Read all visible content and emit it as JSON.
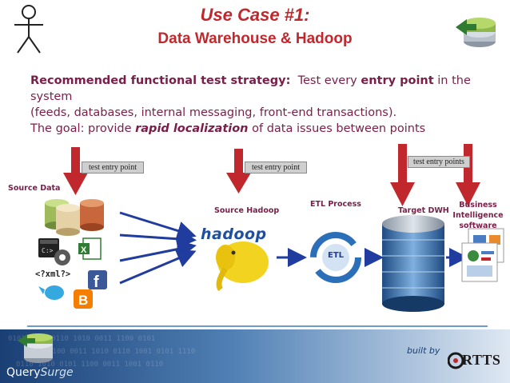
{
  "header": {
    "title": "Use Case #1:",
    "subtitle": "Data Warehouse & Hadoop"
  },
  "body": {
    "strategy_prefix": "Recommended functional test strategy:",
    "strategy_mid1": "  Test every ",
    "strategy_bold": "entry point",
    "strategy_mid2": " in the system",
    "strategy_line2": "(feeds, databases, internal messaging, front-end transactions).",
    "goal_prefix": "The goal: provide ",
    "goal_emph": "rapid localization",
    "goal_suffix": " of data issues between points"
  },
  "diagram": {
    "tag_1": "test entry point",
    "tag_2": "test entry point",
    "tag_3": "test entry points",
    "source_data": "Source Data",
    "source_hadoop": "Source Hadoop",
    "etl_process": "ETL Process",
    "target_dwh": "Target DWH",
    "bi_line1": "Business",
    "bi_line2": "Intelligence",
    "bi_line3": "software",
    "xml_tag": "<?xml?>",
    "hadoop_logo": "hadoop",
    "etl_badge": "ETL"
  },
  "footer": {
    "brand_query": "Query",
    "brand_surge": "Surge",
    "built_by": "built by",
    "rtts_logo": "RTTS"
  },
  "colors": {
    "title_red": "#c0282d",
    "body_maroon": "#7a1e49",
    "arrow_red": "#c0282d",
    "flow_blue": "#1f3c9e",
    "footer_blue": "#1a3f74"
  }
}
